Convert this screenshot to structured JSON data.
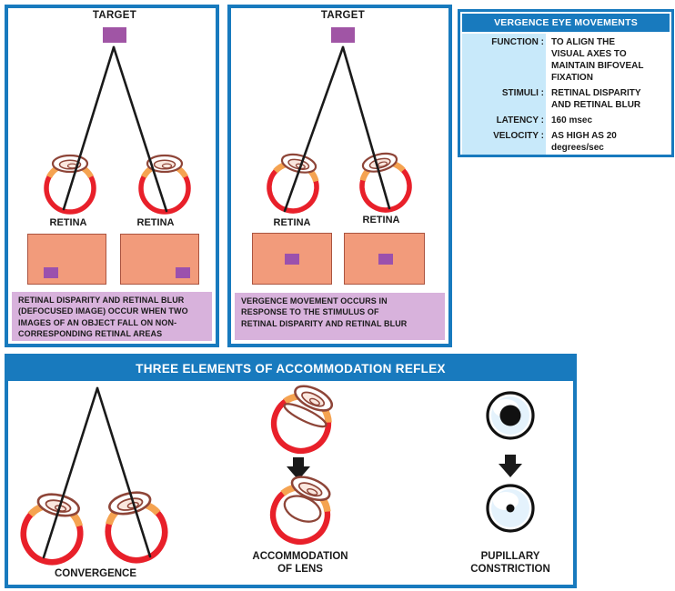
{
  "colors": {
    "frame_blue": "#187abe",
    "caption_purple": "#d8b2dc",
    "target_purple": "#a055a5",
    "square_purple": "#9b51ad",
    "salmon_fill": "#f29b7b",
    "salmon_border": "#aa5440",
    "table_light_blue": "#c8e9fa",
    "eye_red": "#e8202a",
    "eye_orange": "#f5a351",
    "lens_brown": "#8e4538"
  },
  "panel_disparity": {
    "target_label": "TARGET",
    "retina_labels": [
      "RETINA",
      "RETINA"
    ],
    "caption": "RETINAL DISPARITY  AND RETINAL BLUR\n(DEFOCUSED IMAGE) OCCUR WHEN TWO\nIMAGES OF AN OBJECT  FALL ON NON-\nCORRESPONDING RETINAL AREAS"
  },
  "panel_vergence": {
    "target_label": "TARGET",
    "retina_labels": [
      "RETINA",
      "RETINA"
    ],
    "caption": "VERGENCE MOVEMENT  OCCURS IN\nRESPONSE TO THE STIMULUS OF\nRETINAL DISPARITY AND RETINAL BLUR"
  },
  "info_table": {
    "title": "VERGENCE EYE MOVEMENTS",
    "rows": [
      {
        "label": "FUNCTION :",
        "value": "TO ALIGN THE\nVISUAL AXES TO\nMAINTAIN BIFOVEAL\nFIXATION"
      },
      {
        "label": "STIMULI :",
        "value": "RETINAL DISPARITY\nAND RETINAL BLUR"
      },
      {
        "label": "LATENCY :",
        "value": "160 msec"
      },
      {
        "label": "VELOCITY :",
        "value": "AS HIGH AS 20 degrees/sec"
      }
    ]
  },
  "accommodation_panel": {
    "title": "THREE ELEMENTS OF ACCOMMODATION REFLEX",
    "items": [
      {
        "label": "CONVERGENCE"
      },
      {
        "label": "ACCOMMODATION\nOF LENS"
      },
      {
        "label": "PUPILLARY\nCONSTRICTION"
      }
    ]
  }
}
